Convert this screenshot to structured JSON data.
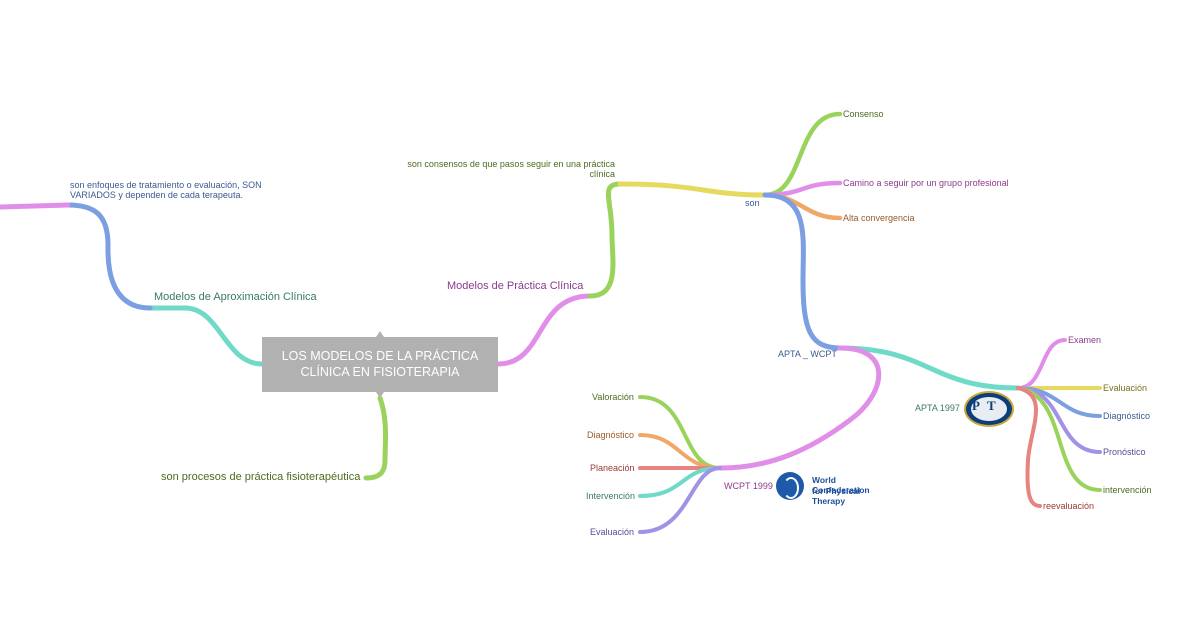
{
  "root": {
    "line1": "LOS MODELOS DE LA PRÁCTICA",
    "line2": "CLÍNICA EN FISIOTERAPIA"
  },
  "left": {
    "branch": "Modelos de Aproximación Clínica",
    "desc_line1": "son enfoques de tratamiento o evaluación, SON",
    "desc_line2": "VARIADOS y dependen de cada terapeuta."
  },
  "bottom": {
    "branch": "son procesos de práctica fisioterapéutica"
  },
  "right": {
    "branch": "Modelos de Práctica Clínica",
    "consensus_line1": "son consensos de que pasos seguir en una práctica",
    "consensus_line2": "clínica",
    "son": "son",
    "son_items": [
      "Consenso",
      "Camino a seguir por un grupo profesional",
      "Alta convergencia"
    ],
    "apta_wcpt": "APTA _ WCPT",
    "apta_1997": "APTA 1997",
    "apta_items": [
      "Examen",
      "Evaluación",
      "Diagnóstico",
      "Pronóstico",
      "intervención",
      "reevaluación"
    ],
    "wcpt_1999": "WCPT 1999",
    "wcpt_items": [
      "Valoración",
      "Diagnóstico",
      "Planeación",
      "Intervención",
      "Evaluación"
    ],
    "wcpt_logo_line1": "World Confederation",
    "wcpt_logo_line2": "for Physical Therapy"
  },
  "colors": {
    "pink": "#e18ee8",
    "blue": "#7b9fe0",
    "teal": "#6fdac8",
    "green": "#99d35c",
    "yellow": "#e6da5e",
    "orange": "#f0a86a",
    "red": "#e8837f",
    "purple": "#a391e6",
    "text_dark_green": "#4d6b1e",
    "text_purple": "#8c3c8c",
    "text_blue": "#3b5a90",
    "text_teal": "#3a7a6a"
  }
}
